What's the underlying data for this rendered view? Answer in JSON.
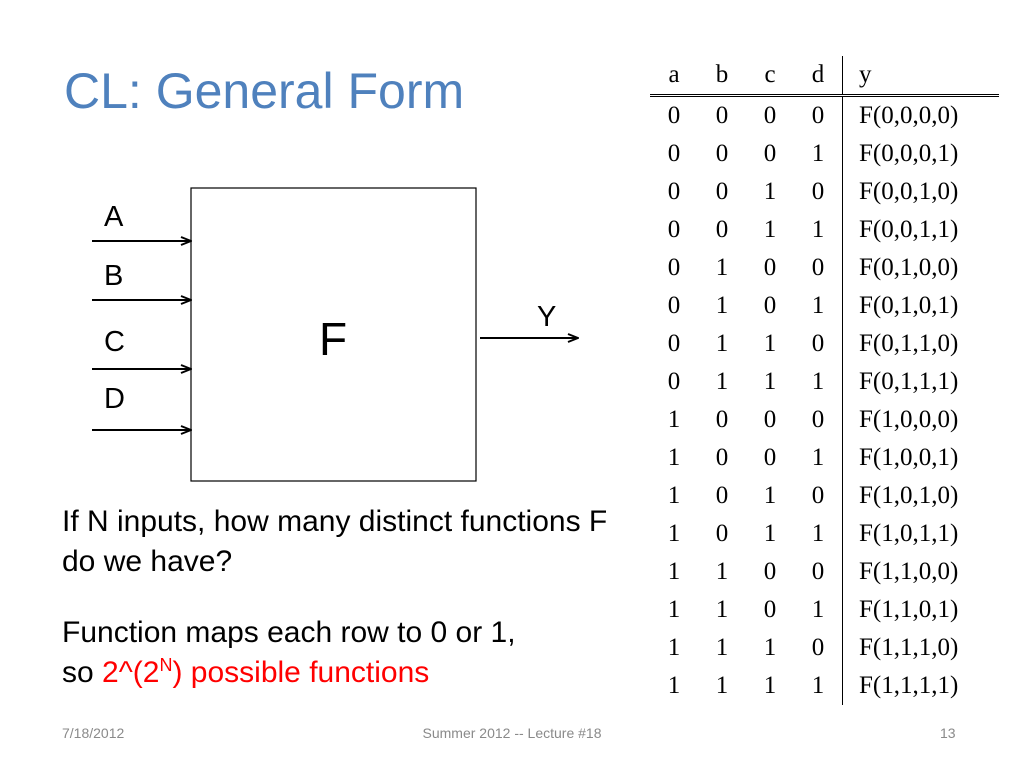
{
  "title": "CL: General Form",
  "diagram": {
    "inputs": [
      "A",
      "B",
      "C",
      "D"
    ],
    "function_label": "F",
    "output_label": "Y"
  },
  "truth_table": {
    "headers": [
      "a",
      "b",
      "c",
      "d",
      "y"
    ],
    "rows": [
      [
        "0",
        "0",
        "0",
        "0",
        "F(0,0,0,0)"
      ],
      [
        "0",
        "0",
        "0",
        "1",
        "F(0,0,0,1)"
      ],
      [
        "0",
        "0",
        "1",
        "0",
        "F(0,0,1,0)"
      ],
      [
        "0",
        "0",
        "1",
        "1",
        "F(0,0,1,1)"
      ],
      [
        "0",
        "1",
        "0",
        "0",
        "F(0,1,0,0)"
      ],
      [
        "0",
        "1",
        "0",
        "1",
        "F(0,1,0,1)"
      ],
      [
        "0",
        "1",
        "1",
        "0",
        "F(0,1,1,0)"
      ],
      [
        "0",
        "1",
        "1",
        "1",
        "F(0,1,1,1)"
      ],
      [
        "1",
        "0",
        "0",
        "0",
        "F(1,0,0,0)"
      ],
      [
        "1",
        "0",
        "0",
        "1",
        "F(1,0,0,1)"
      ],
      [
        "1",
        "0",
        "1",
        "0",
        "F(1,0,1,0)"
      ],
      [
        "1",
        "0",
        "1",
        "1",
        "F(1,0,1,1)"
      ],
      [
        "1",
        "1",
        "0",
        "0",
        "F(1,1,0,0)"
      ],
      [
        "1",
        "1",
        "0",
        "1",
        "F(1,1,0,1)"
      ],
      [
        "1",
        "1",
        "1",
        "0",
        "F(1,1,1,0)"
      ],
      [
        "1",
        "1",
        "1",
        "1",
        "F(1,1,1,1)"
      ]
    ]
  },
  "question": "If N inputs, how many distinct functions F do we have?",
  "answer": {
    "line1": "Function maps each row to 0 or 1,",
    "so": "so ",
    "expr_pre": "2^(2",
    "expr_sup": "N",
    "expr_post": ") possible functions"
  },
  "footer": {
    "date": "7/18/2012",
    "center": "Summer 2012 -- Lecture #18",
    "page": "13"
  },
  "colors": {
    "title": "#4f81bd",
    "highlight": "#ff0000"
  }
}
